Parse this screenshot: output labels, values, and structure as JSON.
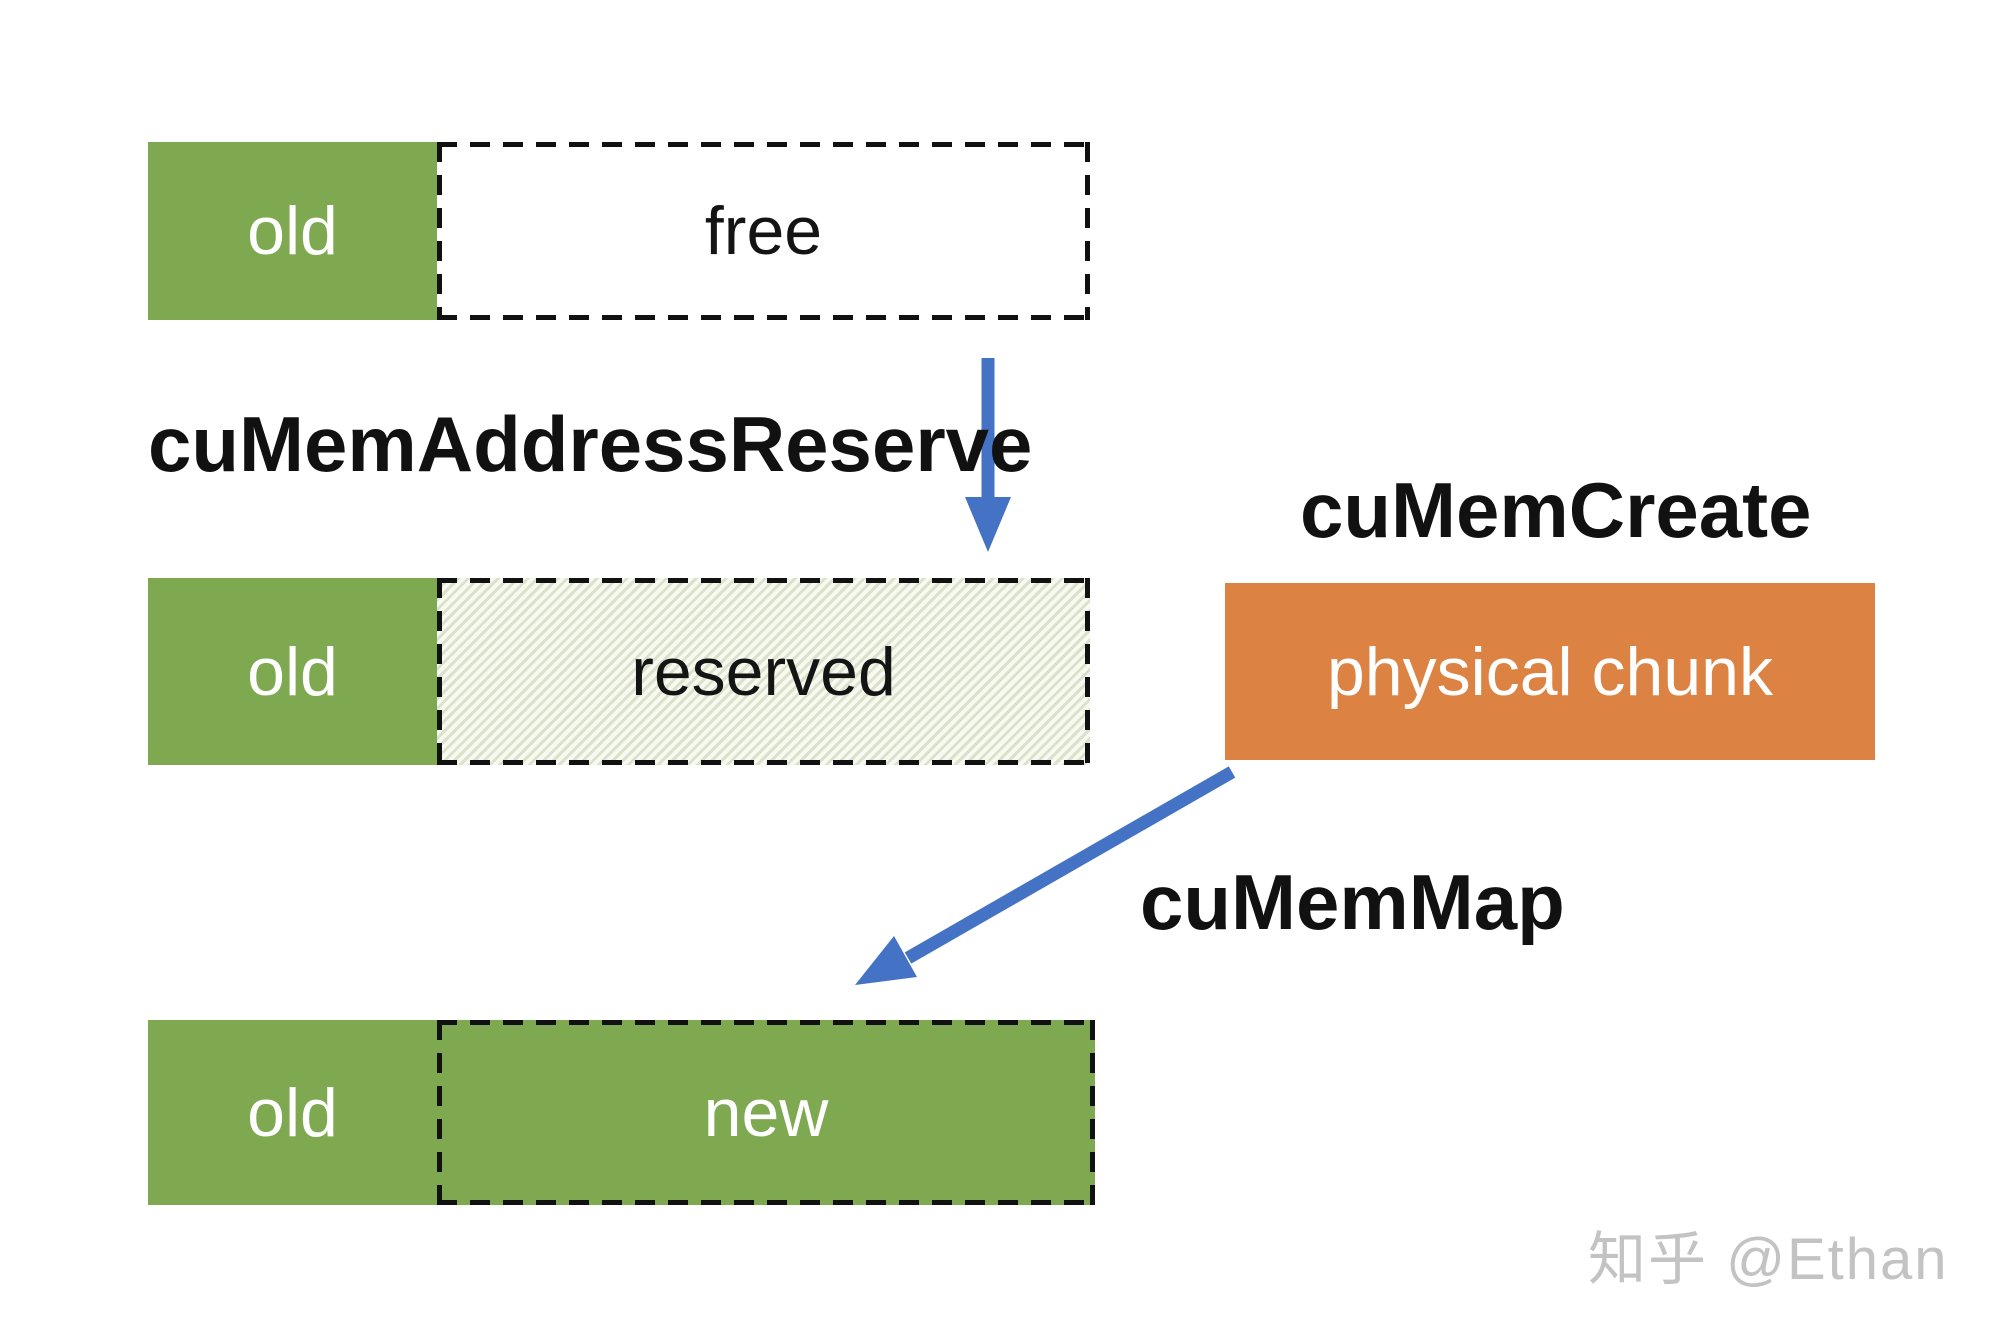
{
  "rows": {
    "top": {
      "old": "old",
      "right": "free"
    },
    "middle": {
      "old": "old",
      "right": "reserved"
    },
    "bottom": {
      "old": "old",
      "right": "new"
    }
  },
  "operations": {
    "address_reserve": "cuMemAddressReserve",
    "create": "cuMemCreate",
    "map": "cuMemMap"
  },
  "physical_chunk": "physical chunk",
  "watermark": "知乎 @Ethan",
  "colors": {
    "block_green": "#7EA950",
    "chunk_orange": "#DC8243",
    "arrow_blue": "#4472C4",
    "dash_black": "#111111",
    "hatch_green": "#dbe2cc",
    "watermark_gray": "#c3c3c3"
  }
}
